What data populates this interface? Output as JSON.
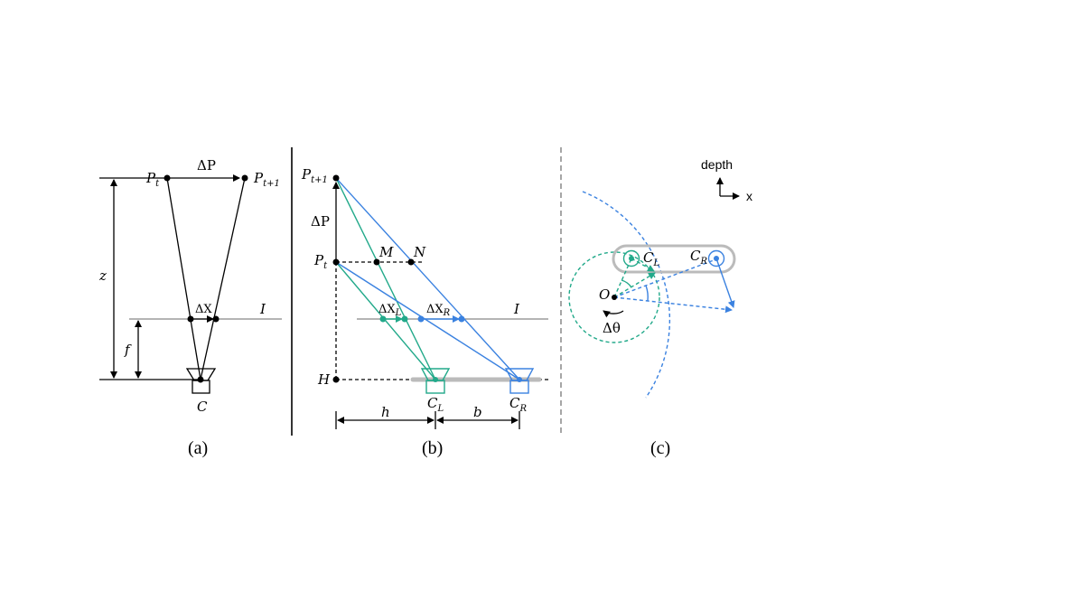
{
  "panel_a": {
    "caption": "(a)",
    "labels": {
      "p_t": "P",
      "p_t_sub": "t",
      "delta_p": "ΔP",
      "p_t1": "P",
      "p_t1_sub": "t+1",
      "z": "z",
      "f": "f",
      "i": "I",
      "delta_x": "ΔX",
      "c": "C"
    }
  },
  "panel_b": {
    "caption": "(b)",
    "labels": {
      "p_t1": "P",
      "p_t1_sub": "t+1",
      "delta_p": "ΔP",
      "p_t": "P",
      "p_t_sub": "t",
      "m": "M",
      "n": "N",
      "delta_xl": "ΔX",
      "delta_xl_sub": "L",
      "delta_xr": "ΔX",
      "delta_xr_sub": "R",
      "i": "I",
      "h_point": "H",
      "h_dist": "h",
      "b_dist": "b",
      "cl": "C",
      "cl_sub": "L",
      "cr": "C",
      "cr_sub": "R"
    }
  },
  "panel_c": {
    "caption": "(c)",
    "labels": {
      "depth": "depth",
      "x": "x",
      "cl": "C",
      "cl_sub": "L",
      "cr": "C",
      "cr_sub": "R",
      "o": "O",
      "delta_theta": "Δθ"
    }
  },
  "colors": {
    "left_camera": "#22a98a",
    "right_camera": "#3b82e0",
    "baseline": "#bbbbbb",
    "ink": "#000000"
  }
}
